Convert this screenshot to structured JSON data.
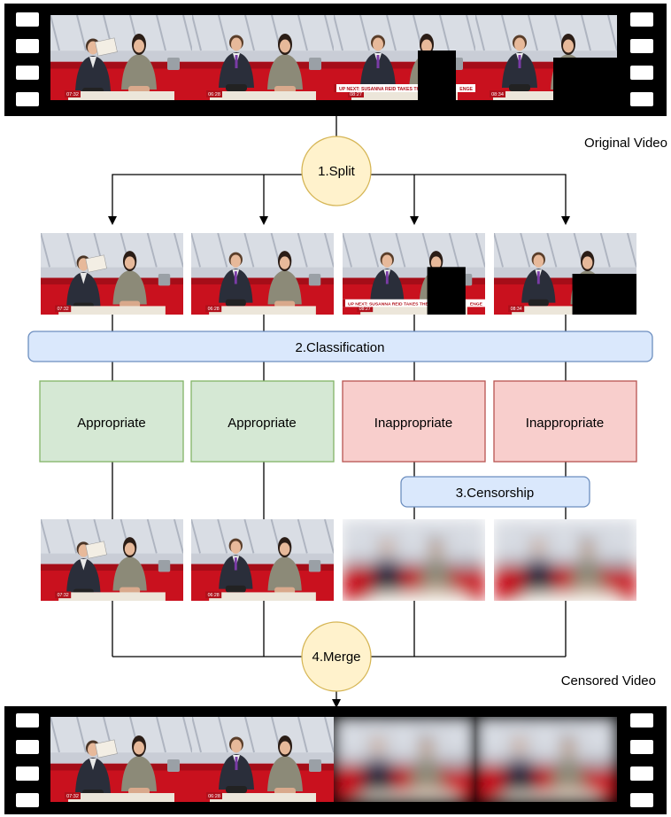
{
  "labels": {
    "original_video": "Original Video",
    "censored_video": "Censored Video"
  },
  "steps": {
    "split": "1.Split",
    "classification": "2.Classification",
    "censorship": "3.Censorship",
    "merge": "4.Merge"
  },
  "classes": [
    "Appropriate",
    "Appropriate",
    "Inappropriate",
    "Inappropriate"
  ],
  "frame_overlays": {
    "ticker_text": "UP NEXT: SUSANNA REID TAKES THE L",
    "ticker_text_tail": "ENGE",
    "clock_1": "07:32",
    "clock_2": "06:28",
    "clock_3": "08:27",
    "clock_4": "08:34"
  },
  "colors": {
    "appropriate_fill": "#d5e8d4",
    "appropriate_stroke": "#82b366",
    "inappropriate_fill": "#f8cecc",
    "inappropriate_stroke": "#b85450",
    "process_fill": "#dae8fc",
    "process_stroke": "#6c8ebf",
    "step_circle_fill": "#fff2cc",
    "step_circle_stroke": "#d6b656",
    "film": "#000000"
  },
  "frame_types": [
    "appropriate-1",
    "appropriate-2",
    "inappropriate-1",
    "inappropriate-2"
  ]
}
